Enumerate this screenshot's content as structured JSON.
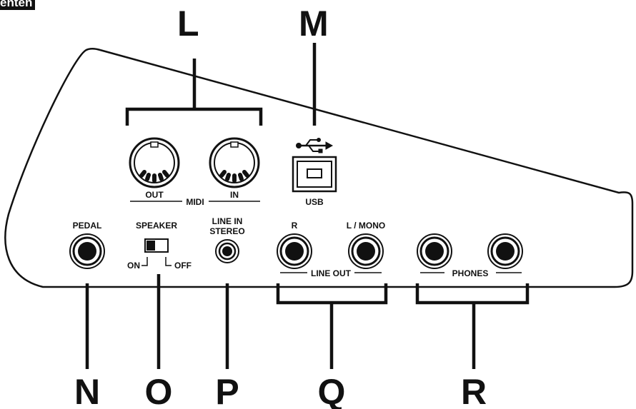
{
  "header": {
    "partial_title": "enten"
  },
  "callouts": {
    "L": "L",
    "M": "M",
    "N": "N",
    "O": "O",
    "P": "P",
    "Q": "Q",
    "R": "R"
  },
  "connectors": {
    "midi_out": "OUT",
    "midi_group": "MIDI",
    "midi_in": "IN",
    "usb": "USB",
    "pedal": "PEDAL",
    "speaker": "SPEAKER",
    "speaker_on": "ON",
    "speaker_off": "OFF",
    "line_in_1": "LINE IN",
    "line_in_2": "STEREO",
    "line_out_r": "R",
    "line_out_l": "L / MONO",
    "line_out_group": "LINE OUT",
    "phones_group": "PHONES"
  }
}
